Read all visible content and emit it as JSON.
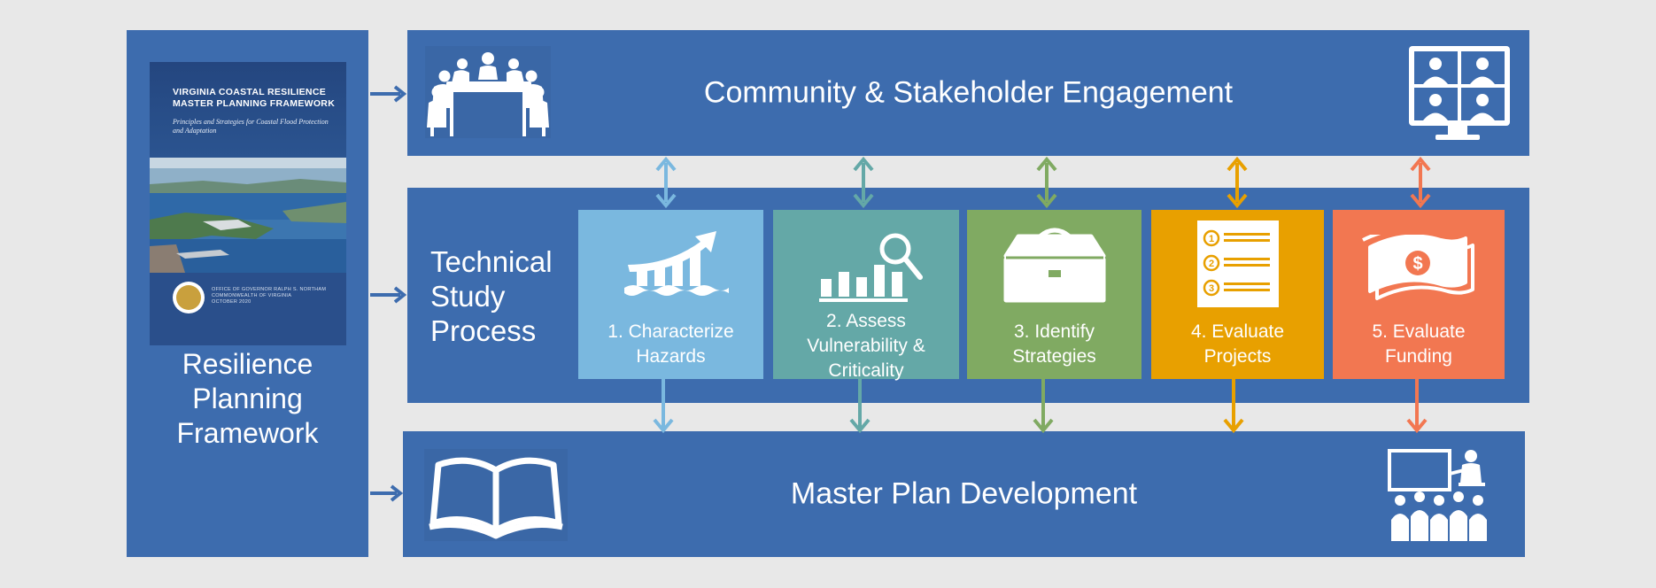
{
  "left": {
    "cover": {
      "title_line1": "VIRGINIA COASTAL RESILIENCE",
      "title_line2": "MASTER PLANNING FRAMEWORK",
      "subtitle": "Principles and Strategies for Coastal Flood Protection and Adaptation",
      "footer_line1": "OFFICE OF GOVERNOR RALPH S. NORTHAM",
      "footer_line2": "COMMONWEALTH OF VIRGINIA",
      "footer_line3": "OCTOBER 2020"
    },
    "title_line1": "Resilience",
    "title_line2": "Planning",
    "title_line3": "Framework"
  },
  "top": {
    "title": "Community & Stakeholder Engagement"
  },
  "middle": {
    "title_line1": "Technical",
    "title_line2": "Study",
    "title_line3": "Process",
    "steps": [
      {
        "line1": "1. Characterize",
        "line2": "Hazards",
        "line3": "",
        "color": "#7ab8df",
        "icon": "hazard-chart-icon"
      },
      {
        "line1": "2. Assess",
        "line2": "Vulnerability &",
        "line3": "Criticality",
        "color": "#64a8a7",
        "icon": "magnifier-chart-icon"
      },
      {
        "line1": "3. Identify",
        "line2": "Strategies",
        "line3": "",
        "color": "#80aa62",
        "icon": "toolbox-icon"
      },
      {
        "line1": "4. Evaluate",
        "line2": "Projects",
        "line3": "",
        "color": "#e8a000",
        "icon": "numbered-list-icon"
      },
      {
        "line1": "5. Evaluate",
        "line2": "Funding",
        "line3": "",
        "color": "#f27751",
        "icon": "money-icon"
      }
    ]
  },
  "bottom": {
    "title": "Master Plan Development"
  },
  "colors": {
    "panel": "#3d6cae",
    "background": "#e8e8e8"
  }
}
